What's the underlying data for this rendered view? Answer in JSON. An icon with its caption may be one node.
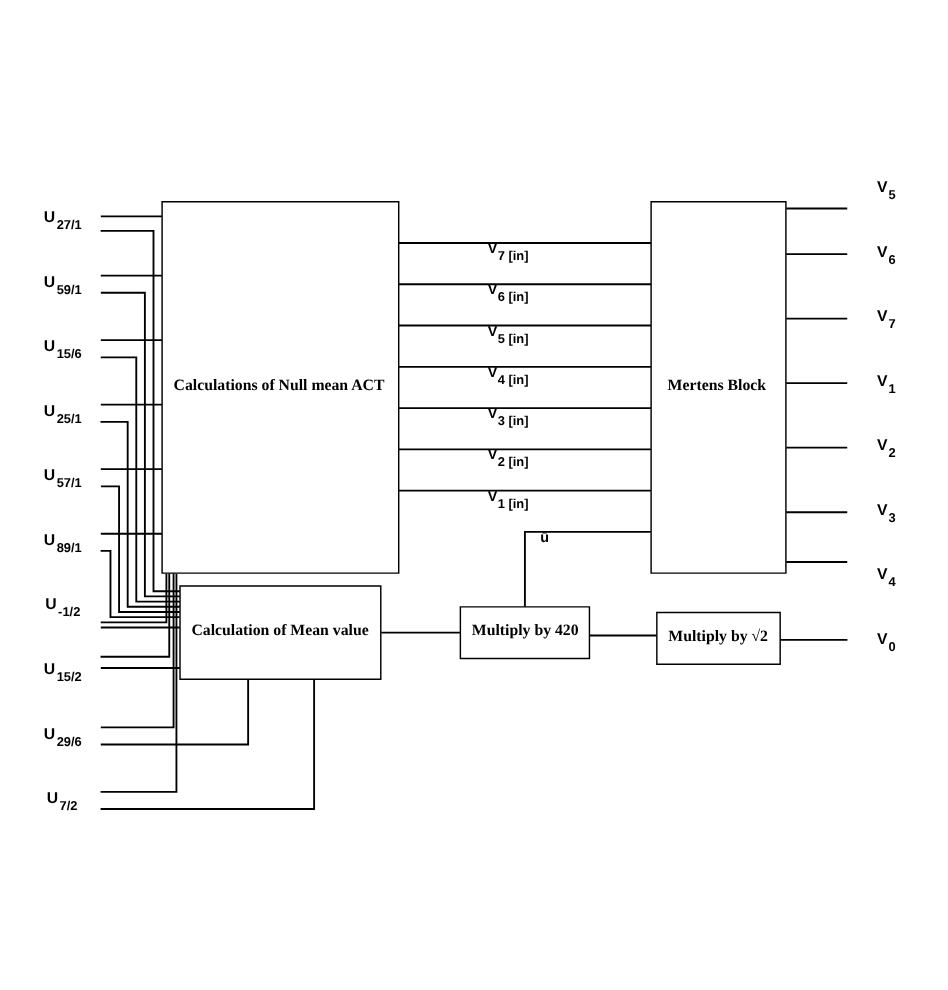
{
  "diagram": {
    "nodes": [
      {
        "text": [
          "U$_{-1/2}$"
        ]
      },
      {
        "text": [
          "U$_{15/2}$"
        ]
      },
      {
        "text": [
          "U$_{29/6}$"
        ]
      },
      {
        "text": [
          "U$_{7/2}$"
        ]
      },
      {
        "text": [
          "U$_{27/1}$"
        ]
      },
      {
        "text": [
          "U$_{59/1}$"
        ]
      },
      {
        "text": [
          "U$_{15/6}$"
        ]
      },
      {
        "text": [
          "U$_{25/1}$"
        ]
      },
      {
        "text": [
          "U$_{57/1}$"
        ]
      },
      {
        "text": [
          "U$_{89/1}$"
        ]
      },
      {
        "text": [
          "Calculations of Null mean ACT"
        ]
      },
      {
        "text": [
          "Mertens Block"
        ]
      },
      {
        "text": [
          "Calculation of Mean value"
        ]
      },
      {
        "text": [
          "Multiply by 420"
        ]
      },
      {
        "text": [
          "Multiply by √2"
        ]
      },
      {
        "text": [
          "V$_{1}$"
        ]
      },
      {
        "text": [
          "V$_{2}$"
        ]
      },
      {
        "text": [
          "V$_{3}$"
        ]
      },
      {
        "text": [
          "V$_{4}$"
        ]
      },
      {
        "text": [
          "V$_{5}$"
        ]
      },
      {
        "text": [
          "V$_{6}$"
        ]
      },
      {
        "text": [
          "V$_{7}$"
        ]
      },
      {
        "text": [
          "V$_{0}$"
        ]
      }
    ],
    "edges": [
      {
        "from": 0,
        "to": 10,
        "arrow": "none"
      },
      {
        "from": 1,
        "to": 10,
        "arrow": "none"
      },
      {
        "from": 2,
        "to": 10,
        "arrow": "none"
      },
      {
        "from": 3,
        "to": 10,
        "arrow": "none"
      },
      {
        "from": 4,
        "to": 10,
        "arrow": "none"
      },
      {
        "from": 5,
        "to": 10,
        "arrow": "none"
      },
      {
        "from": 6,
        "to": 10,
        "arrow": "none"
      },
      {
        "from": 7,
        "to": 10,
        "arrow": "none"
      },
      {
        "from": 8,
        "to": 10,
        "arrow": "none"
      },
      {
        "from": 9,
        "to": 10,
        "arrow": "none"
      },
      {
        "from": 0,
        "to": 12,
        "arrow": "none"
      },
      {
        "from": 1,
        "to": 12,
        "arrow": "none"
      },
      {
        "from": 2,
        "to": 12,
        "arrow": "none"
      },
      {
        "from": 3,
        "to": 12,
        "arrow": "none"
      },
      {
        "from": 4,
        "to": 12,
        "arrow": "none"
      },
      {
        "from": 5,
        "to": 12,
        "arrow": "none"
      },
      {
        "from": 6,
        "to": 12,
        "arrow": "none"
      },
      {
        "from": 7,
        "to": 12,
        "arrow": "none"
      },
      {
        "from": 8,
        "to": 12,
        "arrow": "none"
      },
      {
        "from": 9,
        "to": 12,
        "arrow": "none"
      },
      {
        "from": 10,
        "to": 11,
        "label": "V$_{1 [in]}$",
        "arrow": "none"
      },
      {
        "from": 10,
        "to": 11,
        "label": "V$_{2 [in]}$",
        "arrow": "none"
      },
      {
        "from": 10,
        "to": 11,
        "label": "V$_{3 [in]}$",
        "arrow": "none"
      },
      {
        "from": 10,
        "to": 11,
        "label": "V$_{4 [in]}$",
        "arrow": "none"
      },
      {
        "from": 10,
        "to": 11,
        "label": "V$_{5 [in]}$",
        "arrow": "none"
      },
      {
        "from": 10,
        "to": 11,
        "label": "V$_{6 [in]}$",
        "arrow": "none"
      },
      {
        "from": 10,
        "to": 11,
        "label": "V$_{7 [in]}$",
        "arrow": "none"
      },
      {
        "from": 11,
        "to": 15,
        "arrow": "none"
      },
      {
        "from": 11,
        "to": 16,
        "arrow": "none"
      },
      {
        "from": 11,
        "to": 17,
        "arrow": "none"
      },
      {
        "from": 11,
        "to": 18,
        "arrow": "none"
      },
      {
        "from": 11,
        "to": 19,
        "arrow": "none"
      },
      {
        "from": 11,
        "to": 20,
        "arrow": "none"
      },
      {
        "from": 11,
        "to": 21,
        "arrow": "none"
      },
      {
        "from": 12,
        "to": 13,
        "arrow": "none"
      },
      {
        "from": 13,
        "to": 11,
        "label": "ū",
        "arrow": "none"
      },
      {
        "from": 13,
        "to": 14,
        "arrow": "none"
      },
      {
        "from": 14,
        "to": 22,
        "arrow": "none"
      }
    ]
  }
}
